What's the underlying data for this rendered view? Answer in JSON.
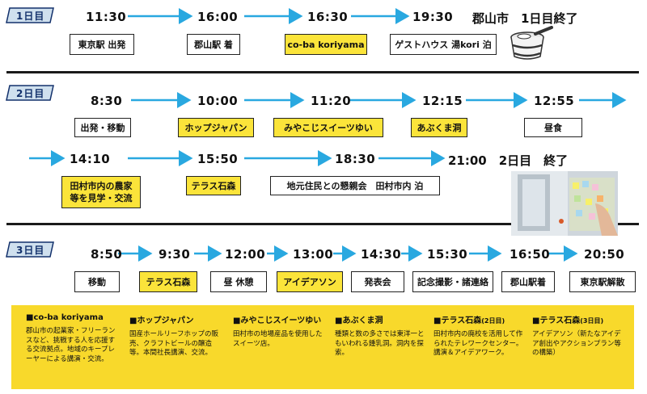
{
  "day1": {
    "tag": "1日目",
    "times": [
      "11:30",
      "16:00",
      "16:30",
      "19:30"
    ],
    "note": "郡山市　1日目終了",
    "boxes": [
      "東京駅 出発",
      "郡山駅 着",
      "co-ba koriyama",
      "ゲストハウス 湯kori 泊"
    ]
  },
  "day2": {
    "tag": "2日目",
    "times": [
      "8:30",
      "10:00",
      "11:20",
      "12:15",
      "12:55"
    ],
    "boxes": [
      "出発・移動",
      "ホップジャパン",
      "みやこじスイーツゆい",
      "あぶくま洞",
      "昼食"
    ],
    "times2": [
      "14:10",
      "15:50",
      "18:30"
    ],
    "note2": "21:00　2日目　終了",
    "boxes2": [
      "田村市内の農家",
      "等を見学・交流",
      "テラス石森",
      "地元住民との懇親会　田村市内 泊"
    ]
  },
  "day3": {
    "tag": "3日目",
    "times": [
      "8:50",
      "9:30",
      "12:00",
      "13:00",
      "14:30",
      "15:30",
      "16:50",
      "20:50"
    ],
    "boxes": [
      "移動",
      "テラス石森",
      "昼 休憩",
      "アイデアソン",
      "発表会",
      "記念撮影・諸連絡",
      "郡山駅着",
      "東京駅解散"
    ]
  },
  "legend": [
    {
      "title": "■co-ba koriyama",
      "sub": "",
      "body": "郡山市の起業家・フリーランスなど、挑戦する人を応援する交流拠点。地域のキープレーヤーによる講演・交流。"
    },
    {
      "title": "■ホップジャパン",
      "sub": "",
      "body": "国産ホールリーフホップの販売、クラフトビールの醸造等。本間社長講演、交流。"
    },
    {
      "title": "■みやこじスイーツゆい",
      "sub": "",
      "body": "田村市の地場産品を使用したスイーツ店。"
    },
    {
      "title": "■あぶくま洞",
      "sub": "",
      "body": "種類と数の多さでは東洋一ともいわれる鍾乳洞。洞内を探索。"
    },
    {
      "title": "■テラス石森",
      "sub": "(2日目)",
      "body": "田村市内の廃校を活用して作られたテレワークセンター。講演＆アイデアワーク。"
    },
    {
      "title": "■テラス石森",
      "sub": "(3日目)",
      "body": "アイデアソン（新たなアイデア創出やアクションプラン等の構築）"
    }
  ],
  "colors": {
    "arrow": "#29a8e0",
    "highlight": "#fbe43a",
    "legend_bg": "#f8d92b",
    "tag_bg": "#cfe0ee",
    "tag_text": "#12306b"
  },
  "icons": [
    "wooden-bucket-icon",
    "sticky-notes-photo"
  ]
}
